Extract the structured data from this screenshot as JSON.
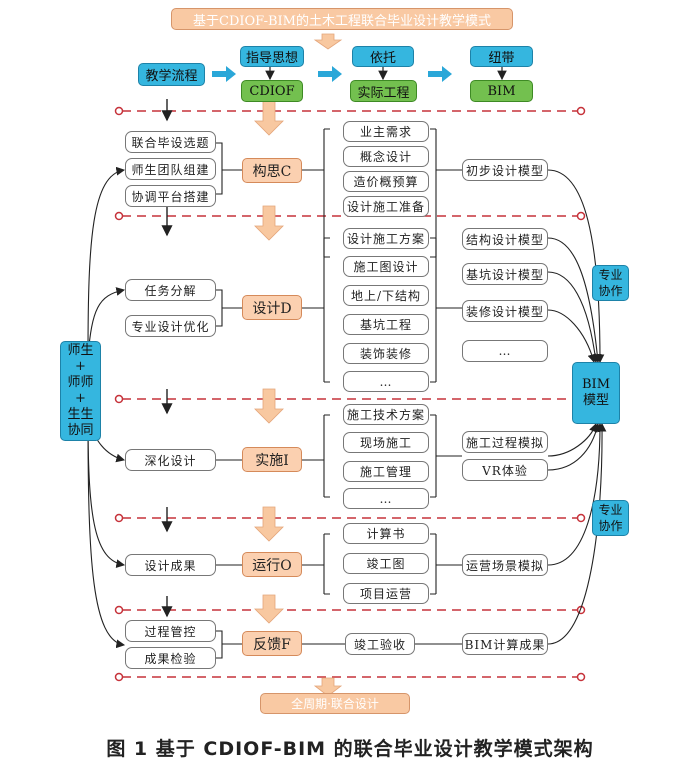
{
  "top_title": "基于CDIOF-BIM的土木工程联合毕业设计教学模式",
  "header": {
    "process_label": "教学流程",
    "guide_label": "指导思想",
    "guide_value": "CDIOF",
    "basis_label": "依托",
    "basis_value": "实际工程",
    "link_label": "纽带",
    "link_value": "BIM"
  },
  "left_side_label": [
    "师生",
    "+",
    "师师",
    "+",
    "生生",
    "协同"
  ],
  "stages": [
    {
      "name": "构思C",
      "tasks": [
        "联合毕设选题",
        "师生团队组建",
        "协调平台搭建"
      ],
      "contents": [
        "业主需求",
        "概念设计",
        "造价概预算",
        "设计施工准备"
      ],
      "models": [
        "初步设计模型"
      ]
    },
    {
      "name": "设计D",
      "tasks": [
        "任务分解",
        "专业设计优化"
      ],
      "contents": [
        "设计施工方案",
        "施工图设计",
        "地上/下结构",
        "基坑工程",
        "装饰装修",
        "…"
      ],
      "models": [
        "结构设计模型",
        "基坑设计模型",
        "装修设计模型",
        "…"
      ]
    },
    {
      "name": "实施I",
      "tasks": [
        "深化设计"
      ],
      "contents": [
        "施工技术方案",
        "现场施工",
        "施工管理",
        "…"
      ],
      "models": [
        "施工过程模拟",
        "VR体验"
      ]
    },
    {
      "name": "运行O",
      "tasks": [
        "设计成果"
      ],
      "contents": [
        "计算书",
        "竣工图",
        "项目运营"
      ],
      "models": [
        "运营场景模拟"
      ]
    },
    {
      "name": "反馈F",
      "tasks": [
        "过程管控",
        "成果检验"
      ],
      "contents": [
        "竣工验收"
      ],
      "models": [
        "BIM计算成果"
      ]
    }
  ],
  "right_side": {
    "collab_label_1": [
      "专业",
      "协作"
    ],
    "bim_model_label": [
      "BIM",
      "模型"
    ],
    "collab_label_2": [
      "专业",
      "协作"
    ]
  },
  "bottom_label": "全周期·联合设计",
  "caption": "图 1   基于 CDIOF-BIM 的联合毕业设计教学模式架构",
  "colors": {
    "orange": "#f6b483",
    "blue": "#35b6df",
    "green": "#73c04f",
    "dashed_red": "#c6323a"
  }
}
